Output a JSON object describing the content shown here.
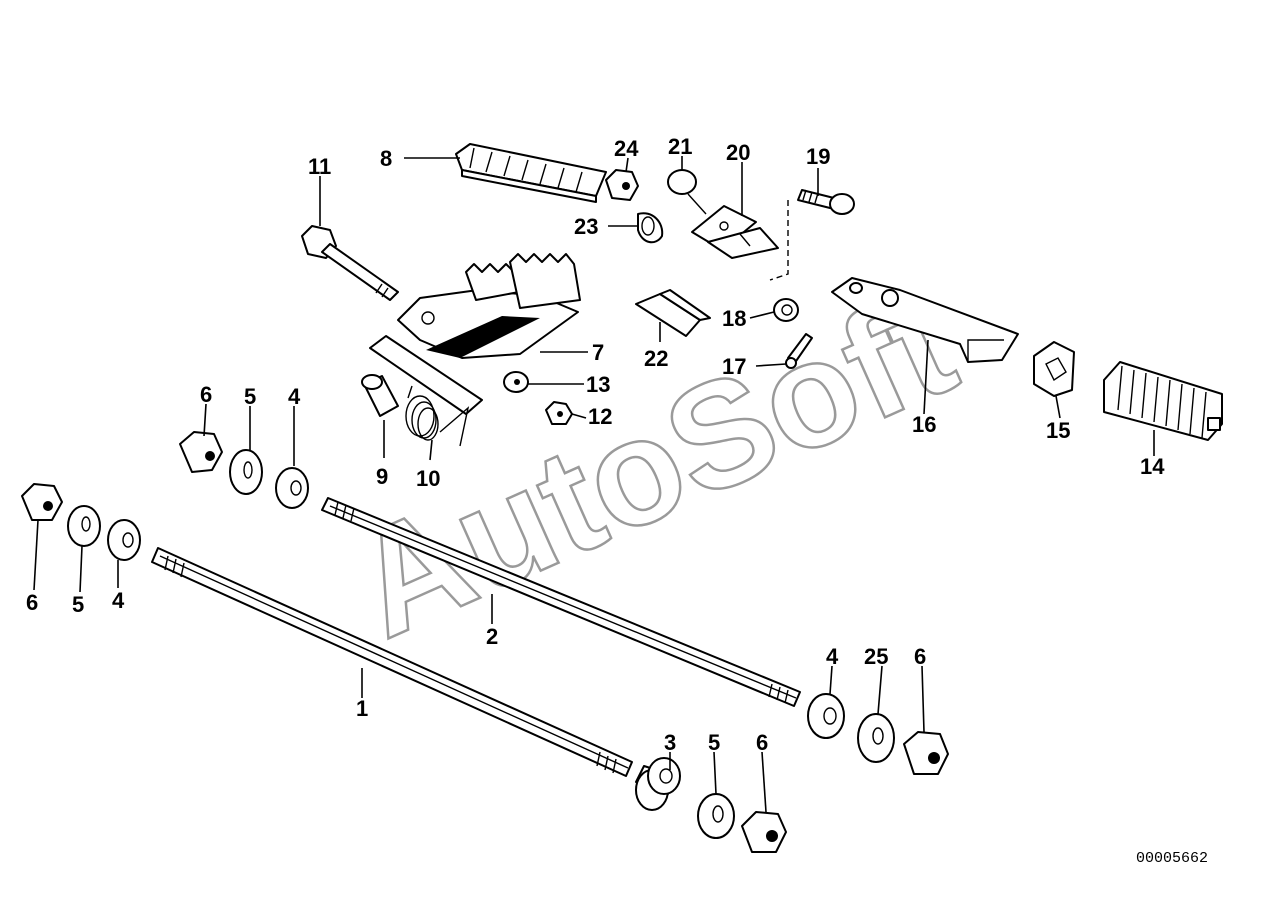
{
  "diagram": {
    "watermark": "AutoSoft",
    "reference": "00005662",
    "labels": [
      "1",
      "2",
      "3",
      "4",
      "5",
      "6",
      "7",
      "8",
      "9",
      "10",
      "11",
      "12",
      "13",
      "14",
      "15",
      "16",
      "17",
      "18",
      "19",
      "20",
      "21",
      "22",
      "23",
      "24",
      "25"
    ]
  }
}
